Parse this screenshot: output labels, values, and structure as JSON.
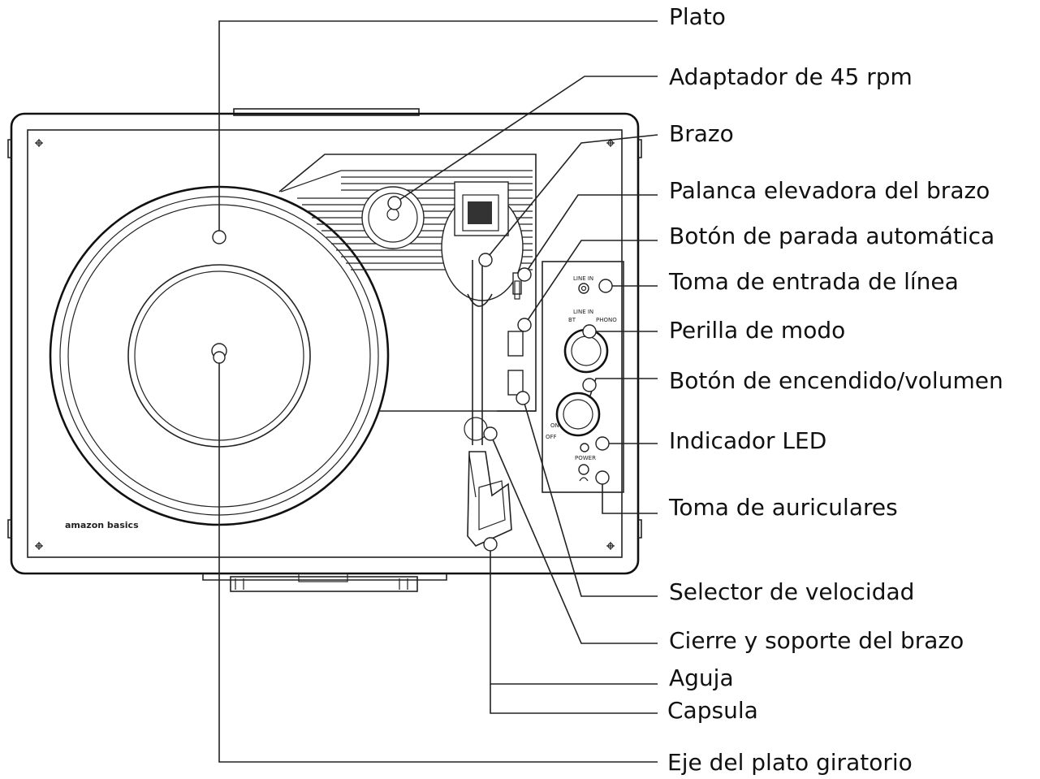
{
  "labels": {
    "plato": "Plato",
    "adaptador": "Adaptador de 45 rpm",
    "brazo": "Brazo",
    "palanca": "Palanca elevadora del brazo",
    "boton_parada": "Botón de parada automática",
    "toma_entrada": "Toma de entrada de línea",
    "perilla_modo": "Perilla de modo",
    "boton_encendido": "Botón de encendido/volumen",
    "indicador_led": "Indicador LED",
    "toma_auriculares": "Toma de auriculares",
    "selector_velocidad": "Selector de velocidad",
    "cierre_soporte": "Cierre y soporte del brazo",
    "aguja": "Aguja",
    "capsula": "Capsula",
    "eje": "Eje del plato giratorio"
  },
  "panel_text": {
    "line_in_top": "LINE IN",
    "line_in_mode": "LINE IN",
    "bt": "BT",
    "phono": "PHONO",
    "on": "ON",
    "off": "OFF",
    "power": "POWER",
    "brand": "amazon basics"
  }
}
